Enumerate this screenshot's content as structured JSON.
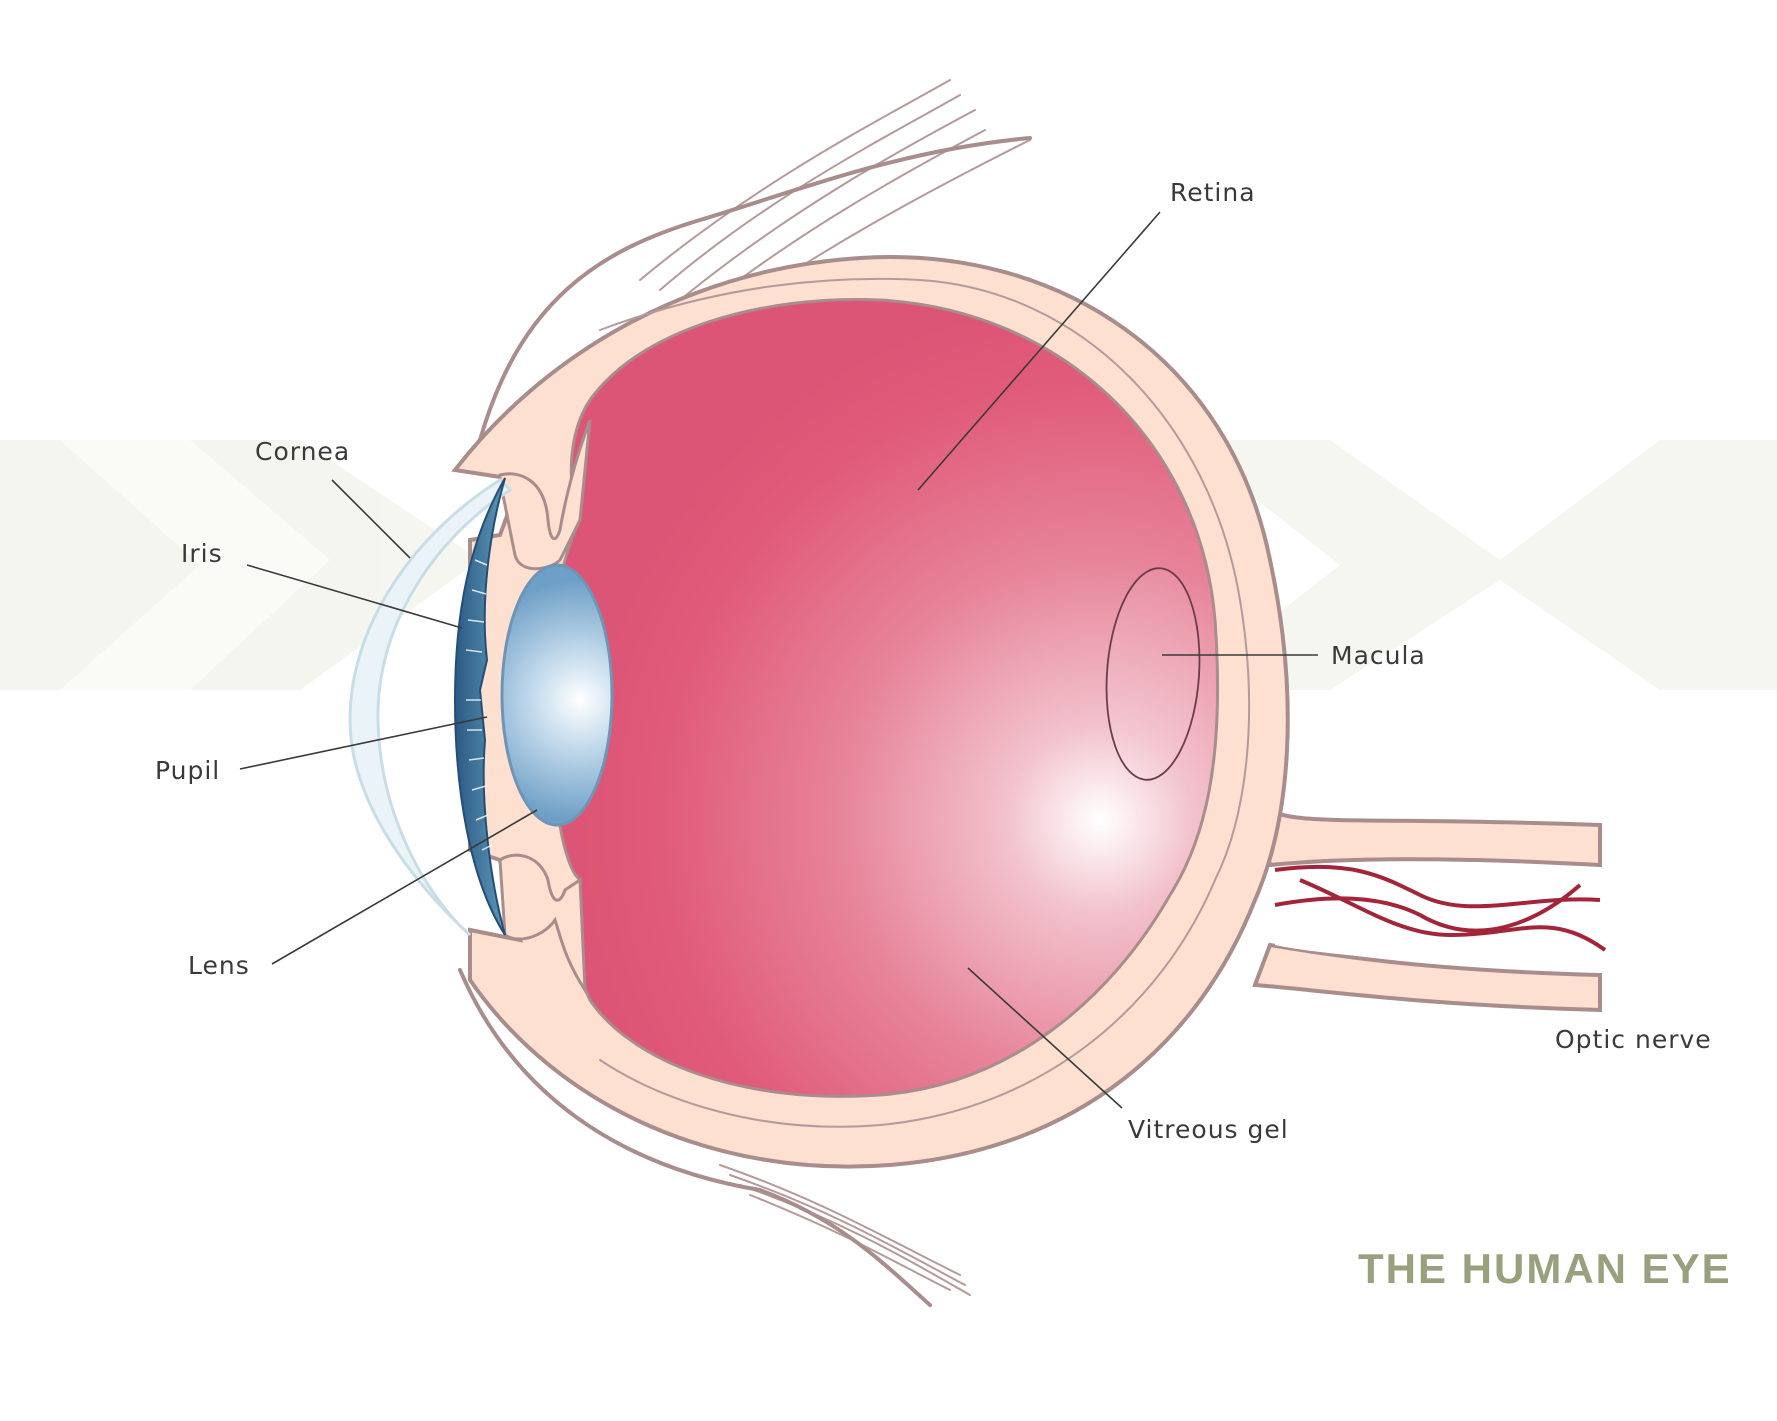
{
  "title": "THE HUMAN EYE",
  "labels": {
    "retina": "Retina",
    "cornea": "Cornea",
    "iris": "Iris",
    "pupil": "Pupil",
    "lens": "Lens",
    "macula": "Macula",
    "optic_nerve": "Optic nerve",
    "vitreous_gel": "Vitreous gel"
  },
  "colors": {
    "title": "#98a07e",
    "sclera": "#fde0d0",
    "outline": "#a98c8c",
    "vitreous": "#e05777",
    "vitreous_highlight": "#ffffff",
    "iris": "#4f8aa8",
    "iris_dark": "#244e78",
    "lens": "#86b3d4",
    "cornea": "#eaf3f7",
    "blood_vessel": "#a3253a",
    "background_band": "#f4f5ee"
  }
}
